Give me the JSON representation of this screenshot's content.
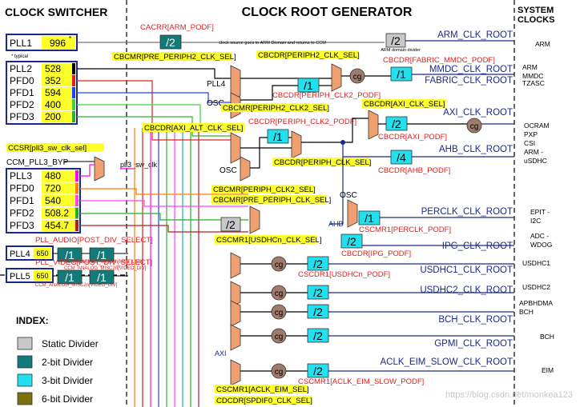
{
  "headers": {
    "switcher": "CLOCK SWITCHER",
    "root": "CLOCK ROOT GENERATOR",
    "system": "SYSTEM\nCLOCKS"
  },
  "pll1": {
    "name": "PLL1",
    "freq": "996",
    "star": "*",
    "note": "* typical"
  },
  "pll2_group": [
    {
      "name": "PLL2",
      "freq": "528"
    },
    {
      "name": "PFD0",
      "freq": "352"
    },
    {
      "name": "PFD1",
      "freq": "594"
    },
    {
      "name": "PFD2",
      "freq": "400"
    },
    {
      "name": "PFD3",
      "freq": "200"
    }
  ],
  "pll3_group": [
    {
      "name": "PLL3",
      "freq": "480"
    },
    {
      "name": "PFD0",
      "freq": "720"
    },
    {
      "name": "PFD1",
      "freq": "540"
    },
    {
      "name": "PFD2",
      "freq": "508.2"
    },
    {
      "name": "PFD3",
      "freq": "454.7"
    }
  ],
  "pll4": {
    "name": "PLL4",
    "freq": "650",
    "sel": "PLL_AUDIO[POST_DIV_SELECT]",
    "misc_a": "CCM_ANALOG_MISC2n[MSB_LSB]",
    "div": "/1"
  },
  "pll5": {
    "name": "PLL5",
    "freq": "650",
    "sel": "PLL_VIDEO[POST_DIV_SELECT]",
    "misc_b": "CCM_ANALOG_MISC2n[VIDEO_DIV]",
    "div": "/1"
  },
  "ccsr_label": "CCSR[pll3_sw_clk_sel]",
  "ccm_pll3_byp": "CCM_PLL3_BYP",
  "pll3_sw_clk": "pll3_sw_clk",
  "labels": {
    "cacrr": "CACRR[ARM_PODF]",
    "cbcmr_pre2": "CBCMR[PRE_PERIPH2_CLK_SEL]",
    "cbcdr_p2": "CBCDR[PERIPH2_CLK_SEL]",
    "cbcdr_fabric": "CBCDR[FABRIC_MMDC_PODF]",
    "cbcdr_p2podf": "CBCDR[PERIPH_CLK2_PODF]",
    "cbcmr_p2clk2": "CBCMR[PERIPH2_CLK2_SEL]",
    "cbcdr_axi": "CBCDR[AXI_CLK_SEL]",
    "cbcdr_pclk2podf": "CBCDR[PERIPH_CLK2_PODF]",
    "cbcdr_axialt": "CBCDR[AXI_ALT_CLK_SEL]",
    "cbcdr_axipodf": "CBCDR[AXI_PODF]",
    "cbcdr_periph": "CBCDR[PERIPH_CLK_SEL]",
    "cbcdr_ahb": "CBCDR[AHB_PODF]",
    "cbcmr_pclk2": "CBCMR[PERIPH_CLK2_SEL]",
    "cbcmr_prep": "CBCMR[PRE_PERIPH_CLK_SEL]",
    "cscmr1_usdhc": "CSCMR1[USDHCn_CLK_SEL]",
    "cscmr1_perclk": "CSCMR1[PERCLK_PODF]",
    "cbcdr_ipg": "CBCDR[IPG_PODF]",
    "cscdr1_usdhc": "CSCDR1[USDHCn_PODF]",
    "cscmr1_aclk": "CSCMR1[ACLK_EIM_SEL]",
    "cscmr1_aclkslow": "CSCMR1[ACLK_EIM_SLOW_PODF]",
    "cdcdr_spdif": "CDCDR[SPDIF0_CLK_SEL]",
    "src_note": "clock source goes to ARM Domain and returns to CCM",
    "arm_div_note": "ARM domain divider",
    "pll4_mux": "PLL4",
    "osc": "OSC",
    "ahb": "AHB",
    "axi": "AXI"
  },
  "dividers": {
    "d2": "/2",
    "d1": "/1",
    "d4": "/4"
  },
  "cg": "cg",
  "clocks": [
    {
      "name": "ARM_CLK_ROOT",
      "dest": "ARM"
    },
    {
      "name": "MMDC_CLK_ROOT",
      "dest": "ARM\nMMDC"
    },
    {
      "name": "FABRIC_CLK_ROOT",
      "dest": "TZASC"
    },
    {
      "name": "AXI_CLK_ROOT",
      "dest": "OCRAM\nPXP\nCSI"
    },
    {
      "name": "AHB_CLK_ROOT",
      "dest": "ARM -\nuSDHC"
    },
    {
      "name": "PERCLK_CLK_ROOT",
      "dest": "EPIT -\nI2C"
    },
    {
      "name": "IPG_CLK_ROOT",
      "dest": "ADC -\nWDOG"
    },
    {
      "name": "USDHC1_CLK_ROOT",
      "dest": "USDHC1"
    },
    {
      "name": "USDHC2_CLK_ROOT",
      "dest": "USDHC2"
    },
    {
      "name": "BCH_CLK_ROOT",
      "dest": "APBHDMA\nBCH"
    },
    {
      "name": "GPMI_CLK_ROOT",
      "dest": "BCH"
    },
    {
      "name": "ACLK_EIM_SLOW_CLK_ROOT",
      "dest": "EIM"
    }
  ],
  "index": {
    "title": "INDEX:",
    "items": [
      {
        "label": "Static Divider",
        "color": "#c8c8c8"
      },
      {
        "label": "2-bit Divider",
        "color": "#137a7a"
      },
      {
        "label": "3-bit Divider",
        "color": "#22e0ee"
      },
      {
        "label": "6-bit Divider",
        "color": "#7a7010"
      }
    ]
  },
  "watermark": "https://blog.csdn.net/monkea123",
  "colors": {
    "yellow": "#ffff2a",
    "mux": "#f0a070",
    "cyan": "#22e0ee",
    "teal": "#137a7a",
    "navy": "#1a2a8a",
    "red": "#e02020",
    "cg": "#a07a6a"
  }
}
